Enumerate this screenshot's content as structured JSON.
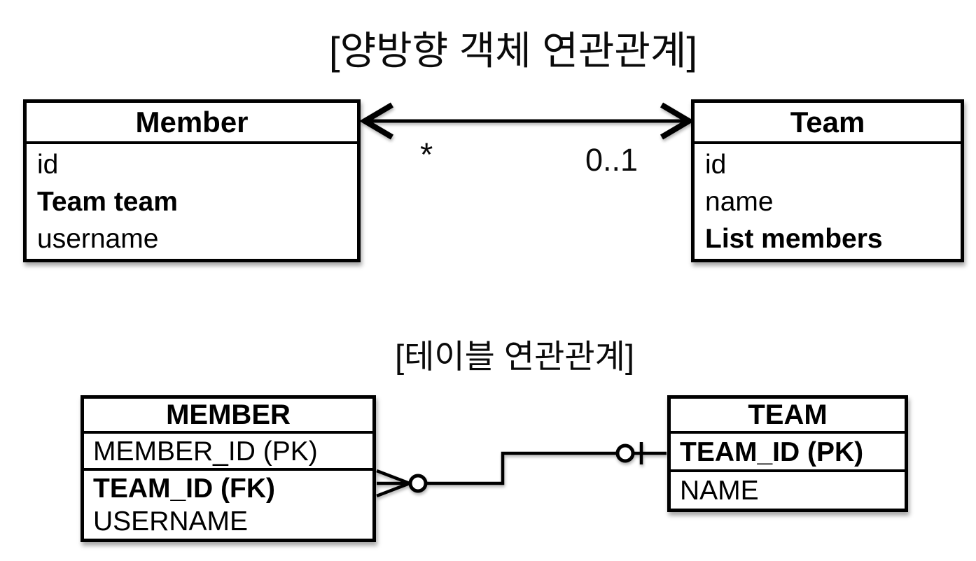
{
  "colors": {
    "foreground": "#000000",
    "background": "#ffffff"
  },
  "object_section": {
    "title": "[양방향 객체 연관관계]",
    "member_class": {
      "title": "Member",
      "fields": [
        "id",
        "Team team",
        "username"
      ]
    },
    "team_class": {
      "title": "Team",
      "fields": [
        "id",
        "name",
        "List members"
      ]
    },
    "association": {
      "member_side_multiplicity": "*",
      "team_side_multiplicity": "0..1",
      "arrow_style": "bidirectional-open-arrowheads"
    }
  },
  "table_section": {
    "title": "[테이블 연관관계]",
    "member_table": {
      "title": "MEMBER",
      "columns": [
        "MEMBER_ID (PK)",
        "TEAM_ID (FK)",
        "USERNAME"
      ]
    },
    "team_table": {
      "title": "TEAM",
      "columns": [
        "TEAM_ID (PK)",
        "NAME"
      ]
    },
    "relationship": {
      "member_end": "zero-or-many (crow-foot + circle)",
      "team_end": "zero-or-one (circle + bar)"
    }
  }
}
